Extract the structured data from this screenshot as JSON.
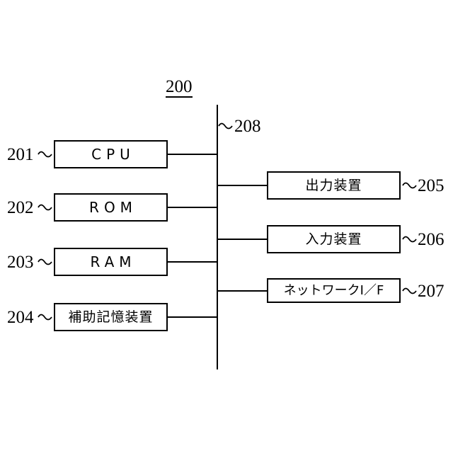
{
  "figure": {
    "title_ref": "200",
    "bus": {
      "ref": "208"
    }
  },
  "left_nodes": [
    {
      "ref": "201",
      "label": "CPU",
      "style": "latin"
    },
    {
      "ref": "202",
      "label": "ROM",
      "style": "latin"
    },
    {
      "ref": "203",
      "label": "RAM",
      "style": "latin"
    },
    {
      "ref": "204",
      "label": "補助記憶装置",
      "style": "jp"
    }
  ],
  "right_nodes": [
    {
      "ref": "205",
      "label": "出力装置",
      "style": "jp"
    },
    {
      "ref": "206",
      "label": "入力装置",
      "style": "jp"
    },
    {
      "ref": "207",
      "label": "ネットワークI／F",
      "style": "jp-tight"
    }
  ],
  "colors": {
    "stroke": "#000000",
    "background": "#ffffff"
  }
}
